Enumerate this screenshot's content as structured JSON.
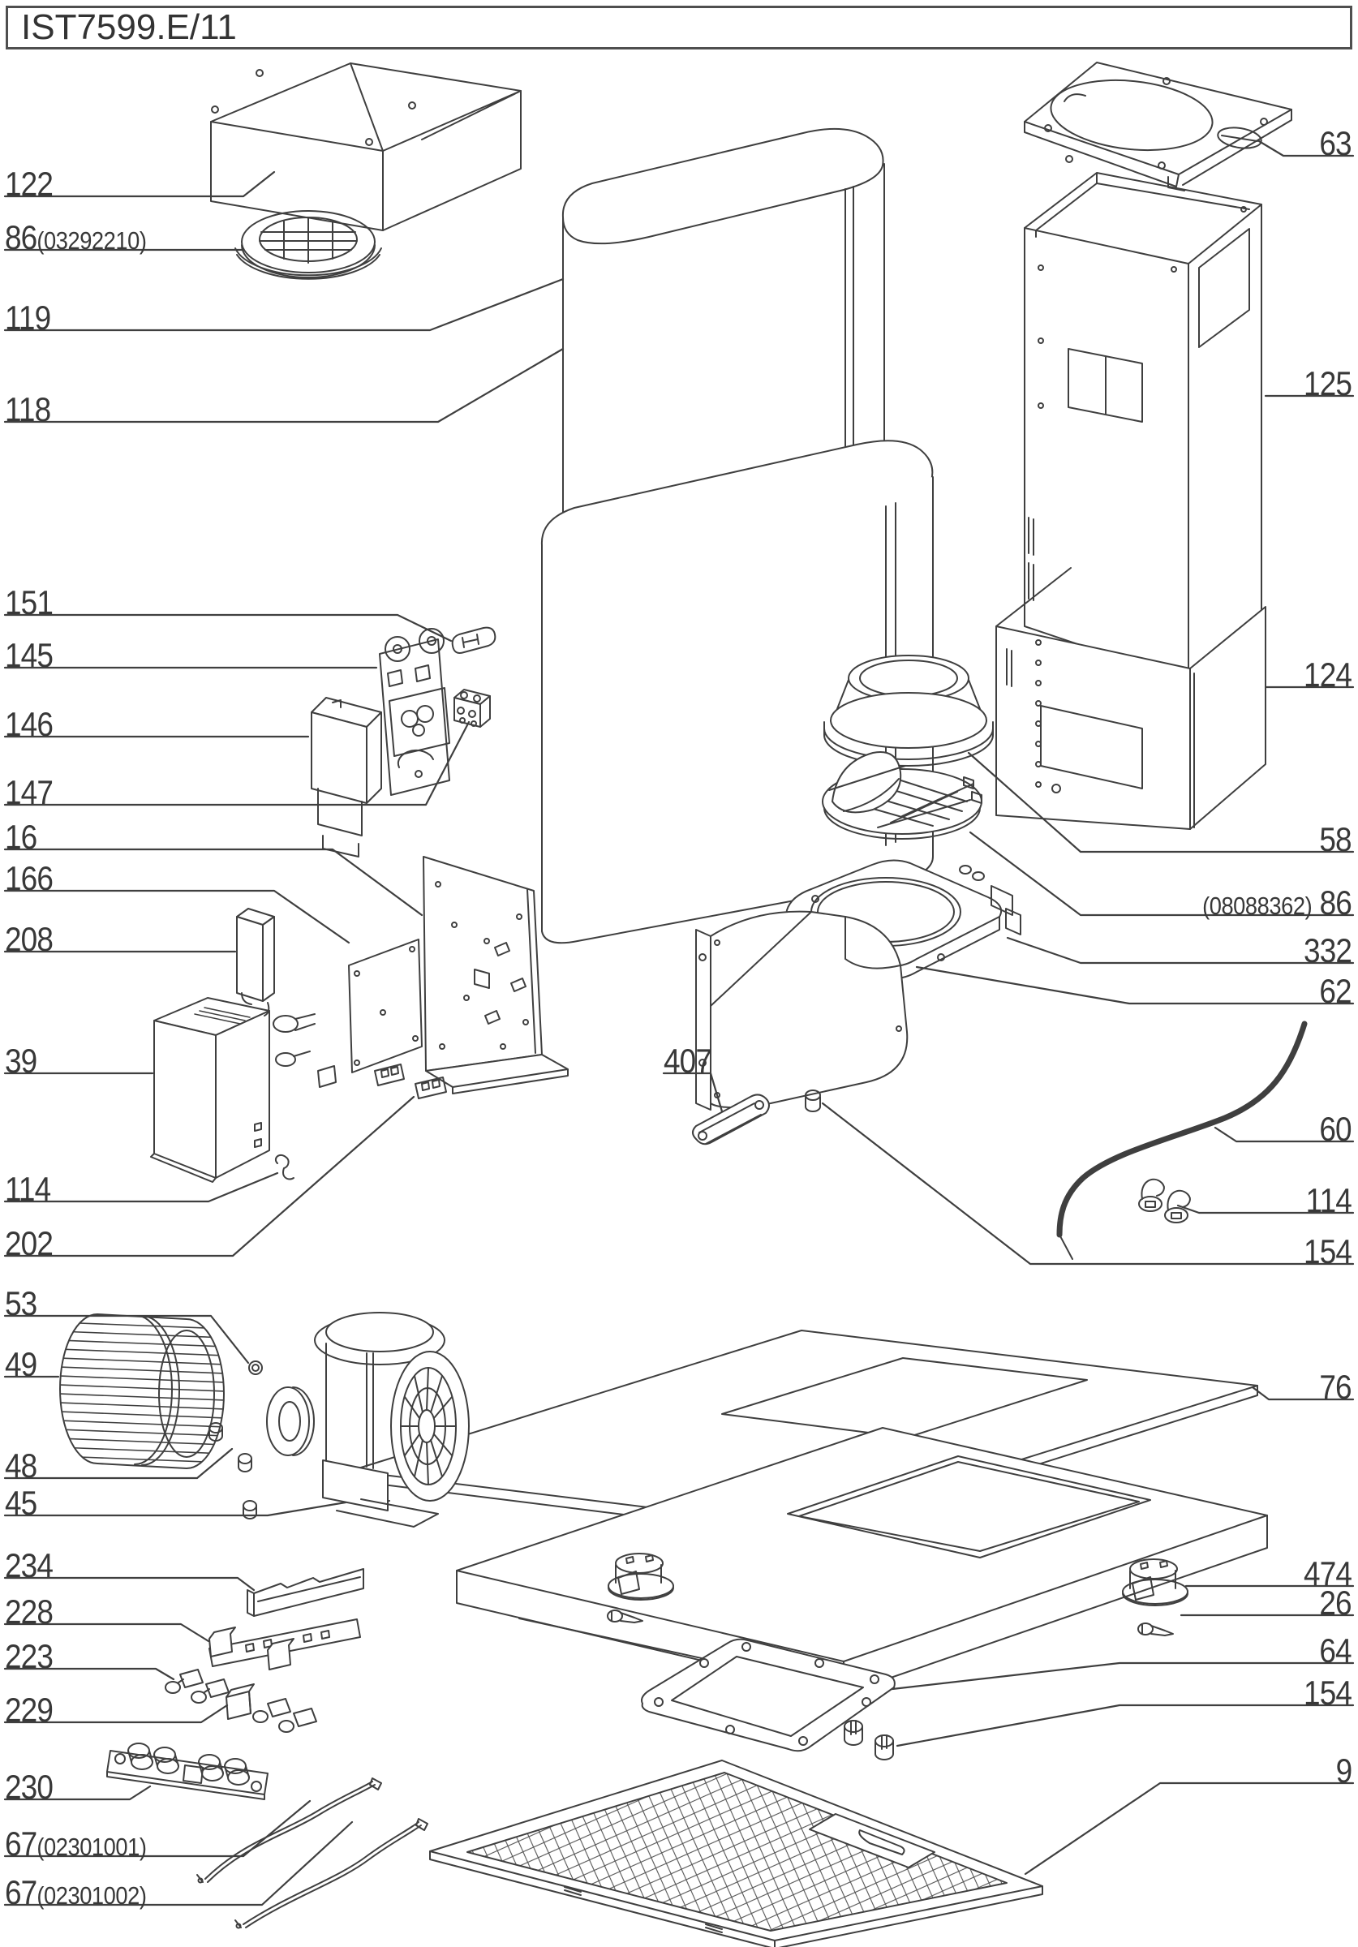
{
  "title": "IST7599.E/11",
  "colors": {
    "line": "#3f3f3f",
    "text": "#383838",
    "background": "#ffffff"
  },
  "labels": {
    "left": [
      {
        "text": "122",
        "code": ""
      },
      {
        "text": "86",
        "code": "(03292210)"
      },
      {
        "text": "119",
        "code": ""
      },
      {
        "text": "118",
        "code": ""
      },
      {
        "text": "151",
        "code": ""
      },
      {
        "text": "145",
        "code": ""
      },
      {
        "text": "146",
        "code": ""
      },
      {
        "text": "147",
        "code": ""
      },
      {
        "text": "16",
        "code": ""
      },
      {
        "text": "166",
        "code": ""
      },
      {
        "text": "208",
        "code": ""
      },
      {
        "text": "39",
        "code": ""
      },
      {
        "text": "114",
        "code": ""
      },
      {
        "text": "202",
        "code": ""
      },
      {
        "text": "53",
        "code": ""
      },
      {
        "text": "49",
        "code": ""
      },
      {
        "text": "48",
        "code": ""
      },
      {
        "text": "45",
        "code": ""
      },
      {
        "text": "234",
        "code": ""
      },
      {
        "text": "228",
        "code": ""
      },
      {
        "text": "223",
        "code": ""
      },
      {
        "text": "229",
        "code": ""
      },
      {
        "text": "230",
        "code": ""
      },
      {
        "text": "67",
        "code": "(02301001)"
      },
      {
        "text": "67",
        "code": "(02301002)"
      }
    ],
    "right": [
      {
        "text": "63",
        "code": ""
      },
      {
        "text": "125",
        "code": ""
      },
      {
        "text": "124",
        "code": ""
      },
      {
        "text": "58",
        "code": ""
      },
      {
        "text": "86",
        "code": "(08088362)"
      },
      {
        "text": "332",
        "code": ""
      },
      {
        "text": "62",
        "code": ""
      },
      {
        "text": "60",
        "code": ""
      },
      {
        "text": "114",
        "code": ""
      },
      {
        "text": "154",
        "code": ""
      },
      {
        "text": "76",
        "code": ""
      },
      {
        "text": "474",
        "code": ""
      },
      {
        "text": "26",
        "code": ""
      },
      {
        "text": "64",
        "code": ""
      },
      {
        "text": "154",
        "code": ""
      },
      {
        "text": "9",
        "code": ""
      }
    ],
    "floating": [
      {
        "text": "407",
        "code": ""
      }
    ]
  }
}
